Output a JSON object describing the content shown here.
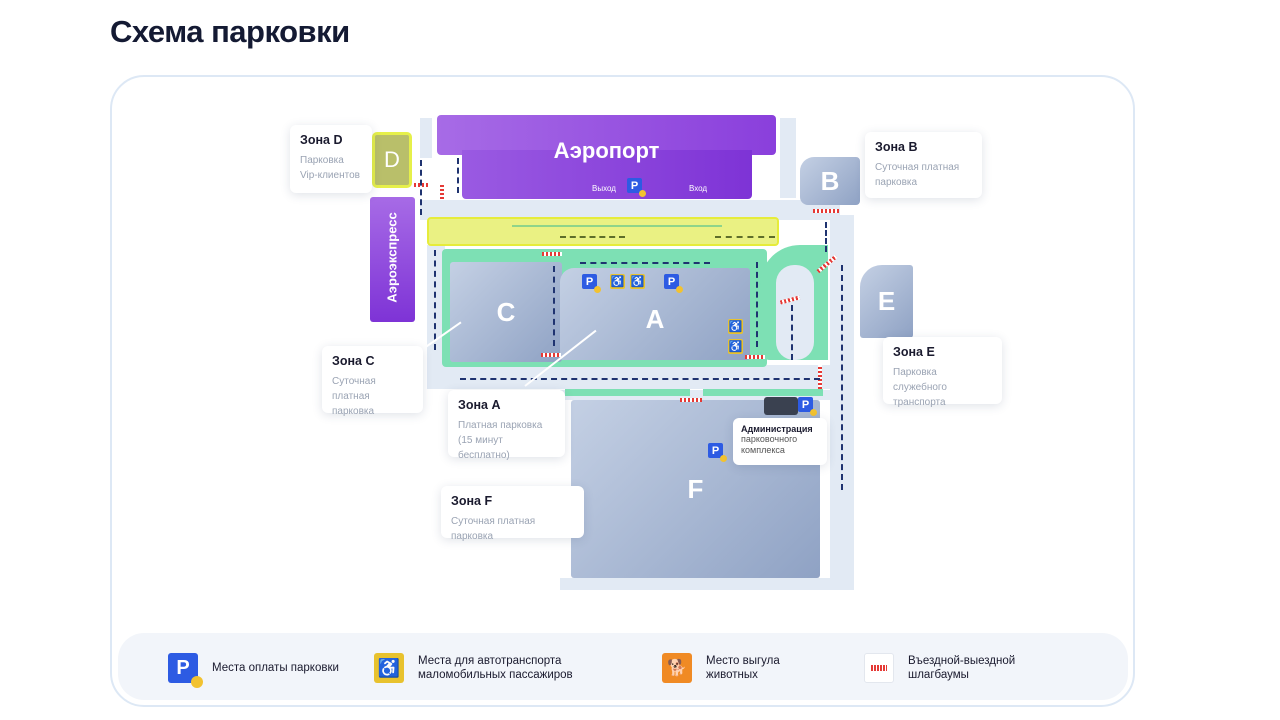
{
  "page_title": "Схема парковки",
  "map": {
    "airport_label": "Аэропорт",
    "exit_label": "Выход",
    "entrance_label": "Вход",
    "aeroexpress_label": "Аэроэкспресс",
    "zones": {
      "A": "A",
      "B": "B",
      "C": "C",
      "D": "D",
      "E": "E",
      "F": "F"
    },
    "callouts": {
      "D": {
        "title": "Зона D",
        "lines": [
          "Парковка",
          "Vip-клиентов"
        ]
      },
      "B": {
        "title": "Зона B",
        "lines": [
          "Суточная платная",
          "парковка"
        ]
      },
      "C": {
        "title": "Зона C",
        "lines": [
          "Суточная платная",
          "парковка"
        ]
      },
      "A": {
        "title": "Зона A",
        "lines": [
          "Платная парковка",
          "(15 минут бесплатно)"
        ]
      },
      "E": {
        "title": "Зона E",
        "lines": [
          "Парковка служебного",
          "транспорта"
        ]
      },
      "F": {
        "title": "Зона F",
        "lines": [
          "Суточная платная парковка"
        ]
      },
      "admin": {
        "title": "Администрация",
        "lines": [
          "парковочного",
          "комплекса"
        ]
      }
    },
    "parking_symbol": "P"
  },
  "legend": [
    {
      "icon": "parking-payment-icon",
      "label": "Места оплаты парковки",
      "color": "#2d5be3"
    },
    {
      "icon": "wheelchair-icon",
      "label": "Места для автотранспорта маломобильных пассажиров",
      "color": "#e8c22e"
    },
    {
      "icon": "dog-icon",
      "label": "Место выгула животных",
      "color": "#f08a24"
    },
    {
      "icon": "barrier-icon",
      "label": "Въездной-выездной шлагбаумы",
      "color": "#e53935"
    }
  ],
  "colors": {
    "airport": "#8a3fdc",
    "highlight": "#e9f07a",
    "green": "#7de0b4",
    "zone": "#9fb0cf"
  }
}
